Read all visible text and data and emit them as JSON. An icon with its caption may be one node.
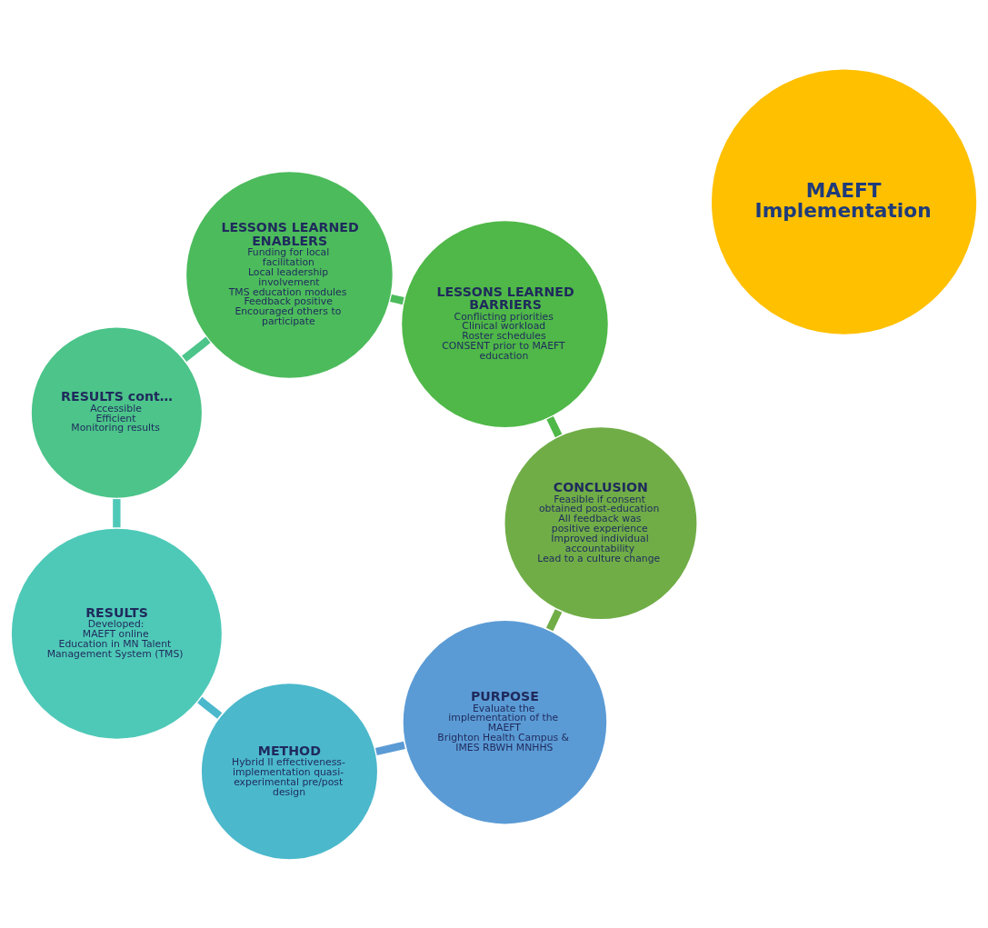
{
  "diagram": {
    "nodes": [
      {
        "text": [
          "PURPOSE",
          "Evaluate the implementation of the MAEFT",
          "Brighton Health Campus & IMES RBWH MNHHS"
        ]
      },
      {
        "text": [
          "CONCLUSION",
          "Feasible if consent obtained post-education",
          "All feedback was positive experience",
          "Improved individual accountability",
          "Lead to a culture change"
        ]
      },
      {
        "text": [
          "METHOD",
          "Hybrid II effectiveness-implementation quasi-experimental pre/post design"
        ]
      },
      {
        "text": [
          "MAEFT Implementation"
        ]
      },
      {
        "text": [
          "LESSONS LEARNED BARRIERS",
          "Conflicting priorities",
          "Clinical workload",
          "Roster schedules",
          "CONSENT prior to MAEFT education"
        ]
      },
      {
        "text": [
          "RESULTS",
          "Developed:",
          "MAEFT online",
          "Education in MN Talent Management System (TMS)"
        ]
      },
      {
        "text": [
          "LESSONS LEARNED ENABLERS",
          "Funding for local facilitation",
          "Local leadership involvement",
          "TMS education modules",
          "Feedback positive Encouraged others to participate"
        ]
      },
      {
        "text": [
          "RESULTS cont…",
          "Accessible",
          "Efficient",
          "Monitoring results"
        ]
      }
    ],
    "edges": [
      {
        "from": 0,
        "to": 2,
        "arrow": "none",
        "color": "#5b9bd5"
      },
      {
        "from": 2,
        "to": 5,
        "arrow": "none",
        "color": "#4bb8cc"
      },
      {
        "from": 5,
        "to": 7,
        "arrow": "none",
        "color": "#4ec9b8"
      },
      {
        "from": 7,
        "to": 6,
        "arrow": "none",
        "color": "#4cc48a"
      },
      {
        "from": 6,
        "to": 4,
        "arrow": "none",
        "color": "#4cbb5c"
      },
      {
        "from": 4,
        "to": 1,
        "arrow": "none",
        "color": "#4fb848"
      },
      {
        "from": 1,
        "to": 0,
        "arrow": "none",
        "color": "#70ad47"
      }
    ]
  }
}
